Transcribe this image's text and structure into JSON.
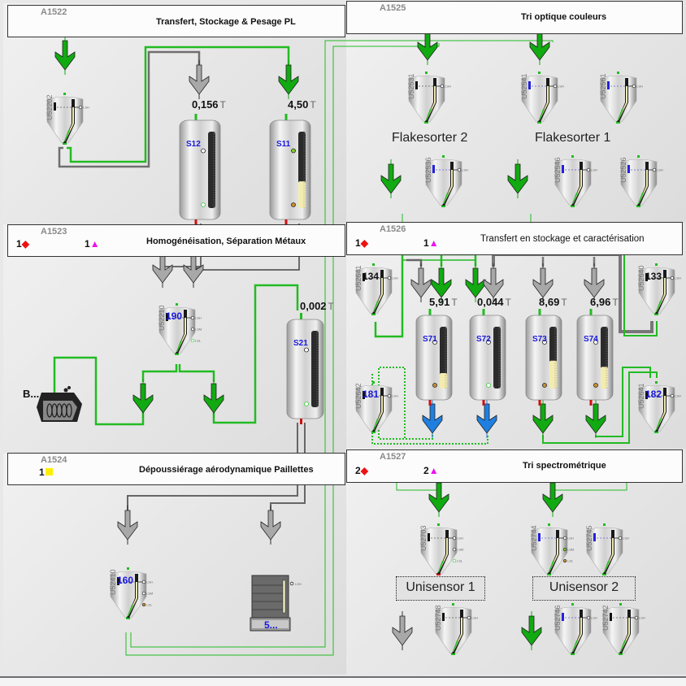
{
  "sections": [
    {
      "code": "A1522",
      "title": "Transfert, Stockage & Pesage PL",
      "badges": []
    },
    {
      "code": "A1523",
      "title": "Homogénéisation, Séparation Métaux",
      "badges": [
        {
          "count": "1",
          "shape": "diamond",
          "color": "#ee1111"
        },
        {
          "count": "1",
          "shape": "triangle",
          "color": "#ee11ee"
        }
      ]
    },
    {
      "code": "A1524",
      "title": "Dépoussiérage aérodynamique Paillettes",
      "badges": [
        {
          "count": "1",
          "shape": "square",
          "color": "#ffee00"
        }
      ]
    },
    {
      "code": "A1525",
      "title": "Tri optique couleurs",
      "badges": []
    },
    {
      "code": "A1526",
      "title": "Transfert en stockage et caractérisation",
      "badges": [
        {
          "count": "1",
          "shape": "diamond",
          "color": "#ee1111"
        },
        {
          "count": "1",
          "shape": "triangle",
          "color": "#ee11ee"
        }
      ]
    },
    {
      "code": "A1527",
      "title": "Tri spectrométrique",
      "badges": [
        {
          "count": "2",
          "shape": "diamond",
          "color": "#ee1111"
        },
        {
          "count": "2",
          "shape": "triangle",
          "color": "#ee11ee"
        }
      ]
    }
  ],
  "silos": {
    "S12": {
      "label": "S12",
      "weight": "0,156",
      "unit": "T",
      "fill": 0.0
    },
    "S11": {
      "label": "S11",
      "weight": "4,50",
      "unit": "T",
      "fill": 0.35
    },
    "S21": {
      "label": "S21",
      "weight": "0,002",
      "unit": "T",
      "fill": 0.0
    },
    "S71": {
      "label": "S71",
      "weight": "5,91",
      "unit": "T",
      "fill": 0.25
    },
    "S72": {
      "label": "S72",
      "weight": "0,044",
      "unit": "T",
      "fill": 0.0
    },
    "S73": {
      "label": "S73",
      "weight": "8,69",
      "unit": "T",
      "fill": 0.45
    },
    "S74": {
      "label": "S74",
      "weight": "6,96",
      "unit": "T",
      "fill": 0.35
    }
  },
  "hoppers": {
    "h1": {
      "id": "U52202",
      "num": ""
    },
    "h190": {
      "id": "U52210",
      "num": "190"
    },
    "h160": {
      "id": "U52410",
      "num": "160"
    },
    "fs2a": {
      "id": "U52531",
      "num": ""
    },
    "fs1a": {
      "id": "U52541",
      "num": ""
    },
    "fs1b": {
      "id": "U52561",
      "num": ""
    },
    "fs2b": {
      "id": "U52536",
      "num": ""
    },
    "fs1c": {
      "id": "U52546",
      "num": ""
    },
    "fs1d": {
      "id": "U52526",
      "num": ""
    },
    "h134": {
      "id": "U52641",
      "num": "134"
    },
    "h133": {
      "id": "U52640",
      "num": "133"
    },
    "h181": {
      "id": "U52642",
      "num": "181"
    },
    "h182": {
      "id": "U52641",
      "num": "182"
    },
    "u1a": {
      "id": "U52703",
      "num": ""
    },
    "u2a": {
      "id": "U52744",
      "num": ""
    },
    "u2b": {
      "id": "U52745",
      "num": ""
    },
    "u1b": {
      "id": "U52748",
      "num": ""
    },
    "u2c": {
      "id": "U52746",
      "num": ""
    },
    "u2d": {
      "id": "U52742",
      "num": ""
    }
  },
  "machines": {
    "flakesorter2": "Flakesorter 2",
    "flakesorter1": "Flakesorter 1",
    "unisensor1": "Unisensor 1",
    "unisensor2": "Unisensor 2",
    "crusher_label": "B...",
    "bigbag_label": "5..."
  },
  "sensor_labels": {
    "lsh": "LSH",
    "lsm": "LSM",
    "lsl": "LSL"
  },
  "colors": {
    "flow_active": "#11aa11",
    "flow_idle": "#a8a8a8",
    "flow_blue": "#1f7fe0",
    "pipe_green": "#22bb22",
    "pipe_gray": "#707070",
    "alarm_red": "#ee1111",
    "warn_magenta": "#ee11ee",
    "warn_yellow": "#ffee00",
    "label_blue": "#1818dd"
  }
}
